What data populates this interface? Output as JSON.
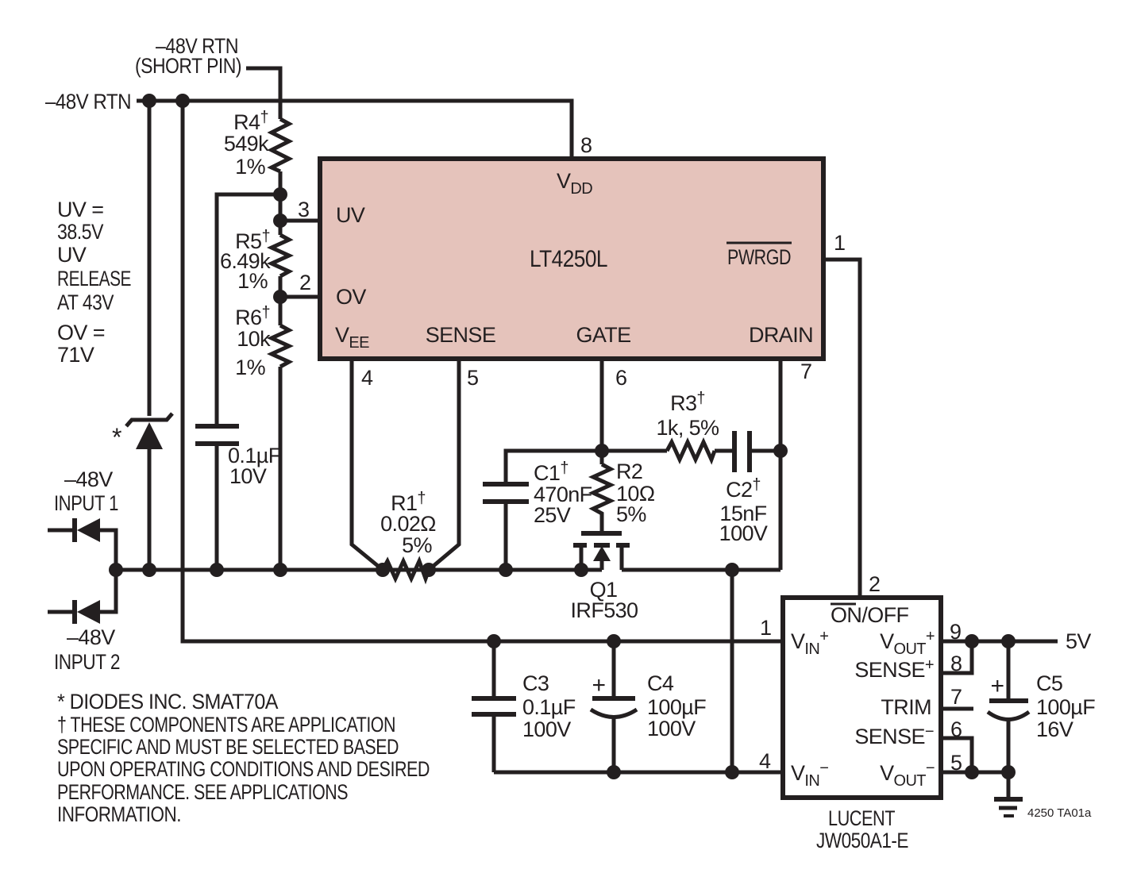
{
  "colors": {
    "line": "#231f20",
    "ic_fill": "#e5c3bb"
  },
  "labels": {
    "short_pin_1": "–48V RTN",
    "short_pin_2": "(SHORT PIN)",
    "rtn": "–48V RTN",
    "uv_eq": "UV =",
    "uv_val": "38.5V",
    "uv_rel_1": "UV",
    "uv_rel_2": "RELEASE",
    "uv_rel_3": "AT 43V",
    "ov_eq": "OV =",
    "ov_val": "71V",
    "star": "*",
    "input1_v": "–48V",
    "input1_name": "INPUT 1",
    "input2_v": "–48V",
    "input2_name": "INPUT 2",
    "output_v": "5V",
    "fig_id": "4250 TA01a",
    "footnote_1": "* DIODES INC. SMAT70A",
    "footnote_2": "† THESE COMPONENTS ARE APPLICATION",
    "footnote_3": "SPECIFIC AND MUST BE SELECTED BASED",
    "footnote_4": "UPON OPERATING CONDITIONS AND DESIRED",
    "footnote_5": "PERFORMANCE. SEE APPLICATIONS",
    "footnote_6": "INFORMATION."
  },
  "ic": {
    "part": "LT4250L",
    "pins": {
      "vdd": {
        "num": "8",
        "main": "V",
        "sub": "DD"
      },
      "uv": {
        "num": "3",
        "label": "UV"
      },
      "ov": {
        "num": "2",
        "label": "OV"
      },
      "vee": {
        "num": "4",
        "main": "V",
        "sub": "EE"
      },
      "sense": {
        "num": "5",
        "label": "SENSE"
      },
      "gate": {
        "num": "6",
        "label": "GATE"
      },
      "drain": {
        "num": "7",
        "label": "DRAIN"
      },
      "pwrgd": {
        "num": "1",
        "label": "PWRGD"
      }
    }
  },
  "module": {
    "mfr": "LUCENT",
    "part": "JW050A1-E",
    "pins": {
      "onoff": {
        "num": "2",
        "on": "ON",
        "rest": "/OFF"
      },
      "vin_p": {
        "num": "1",
        "main": "V",
        "sub": "IN",
        "sup": "+"
      },
      "vin_m": {
        "num": "4",
        "main": "V",
        "sub": "IN",
        "sup": "−"
      },
      "vout_p": {
        "num": "9",
        "main": "V",
        "sub": "OUT",
        "sup": "+"
      },
      "sense_p": {
        "num": "8",
        "main": "SENSE",
        "sup": "+"
      },
      "trim": {
        "num": "7",
        "label": "TRIM"
      },
      "sense_m": {
        "num": "6",
        "main": "SENSE",
        "sup": "−"
      },
      "vout_m": {
        "num": "5",
        "main": "V",
        "sub": "OUT",
        "sup": "−"
      }
    }
  },
  "components": {
    "r1": {
      "name": "R1",
      "dag": "†",
      "v1": "0.02Ω",
      "v2": "5%"
    },
    "r2": {
      "name": "R2",
      "v1": "10Ω",
      "v2": "5%"
    },
    "r3": {
      "name": "R3",
      "dag": "†",
      "v1": "1k, 5%"
    },
    "r4": {
      "name": "R4",
      "dag": "†",
      "v1": "549k",
      "v2": "1%"
    },
    "r5": {
      "name": "R5",
      "dag": "†",
      "v1": "6.49k",
      "v2": "1%"
    },
    "r6": {
      "name": "R6",
      "dag": "†",
      "v1": "10k",
      "v2": "1%"
    },
    "c_uv": {
      "v1": "0.1µF",
      "v2": "10V"
    },
    "c1": {
      "name": "C1",
      "dag": "†",
      "v1": "470nF",
      "v2": "25V"
    },
    "c2": {
      "name": "C2",
      "dag": "†",
      "v1": "15nF",
      "v2": "100V"
    },
    "c3": {
      "name": "C3",
      "v1": "0.1µF",
      "v2": "100V"
    },
    "c4": {
      "name": "C4",
      "plus": "+",
      "v1": "100µF",
      "v2": "100V"
    },
    "c5": {
      "name": "C5",
      "plus": "+",
      "v1": "100µF",
      "v2": "16V"
    },
    "q1": {
      "name": "Q1",
      "part": "IRF530"
    }
  }
}
